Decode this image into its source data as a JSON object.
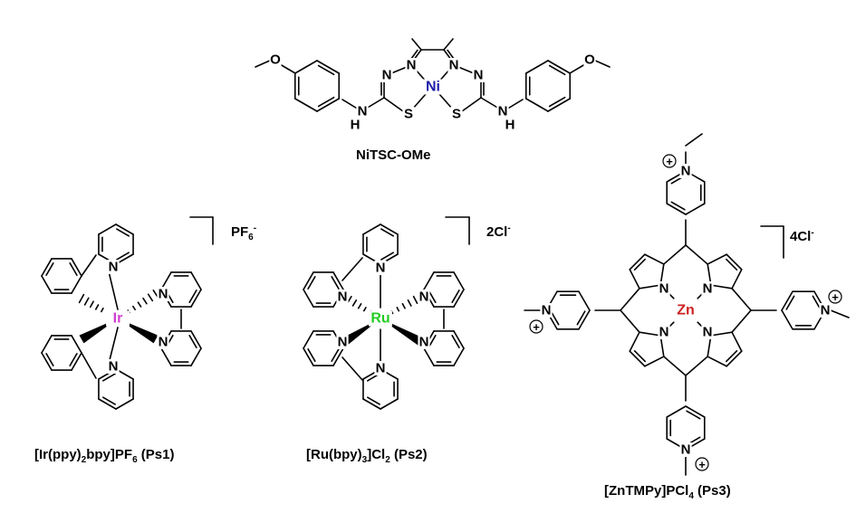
{
  "compounds": {
    "nitsc": {
      "label": "NiTSC-OMe",
      "metal": "Ni",
      "metal_color": "#1f1fa8",
      "atoms": {
        "n": "N",
        "s": "S",
        "h": "H",
        "o": "O"
      }
    },
    "ps1": {
      "label_pre": "[Ir(ppy)",
      "label_sub1": "2",
      "label_mid": "bpy]PF",
      "label_sub2": "6",
      "label_post": " (Ps1)",
      "metal": "Ir",
      "metal_color": "#d040d0",
      "counterion_main": "PF",
      "counterion_sub": "6",
      "counterion_sup": "-",
      "atom_n": "N"
    },
    "ps2": {
      "label_pre": "[Ru(bpy)",
      "label_sub1": "3",
      "label_mid": "]Cl",
      "label_sub2": "2",
      "label_post": " (Ps2)",
      "metal": "Ru",
      "metal_color": "#22cc22",
      "counterion_main": "2Cl",
      "counterion_sup": "-",
      "atom_n": "N"
    },
    "ps3": {
      "label_pre": "[ZnTMPy]PCl",
      "label_sub": "4",
      "label_post": " (Ps3)",
      "metal": "Zn",
      "metal_color": "#cc2020",
      "counterion_main": "4Cl",
      "counterion_sup": "-",
      "atom_n": "N",
      "charge": "+"
    }
  }
}
